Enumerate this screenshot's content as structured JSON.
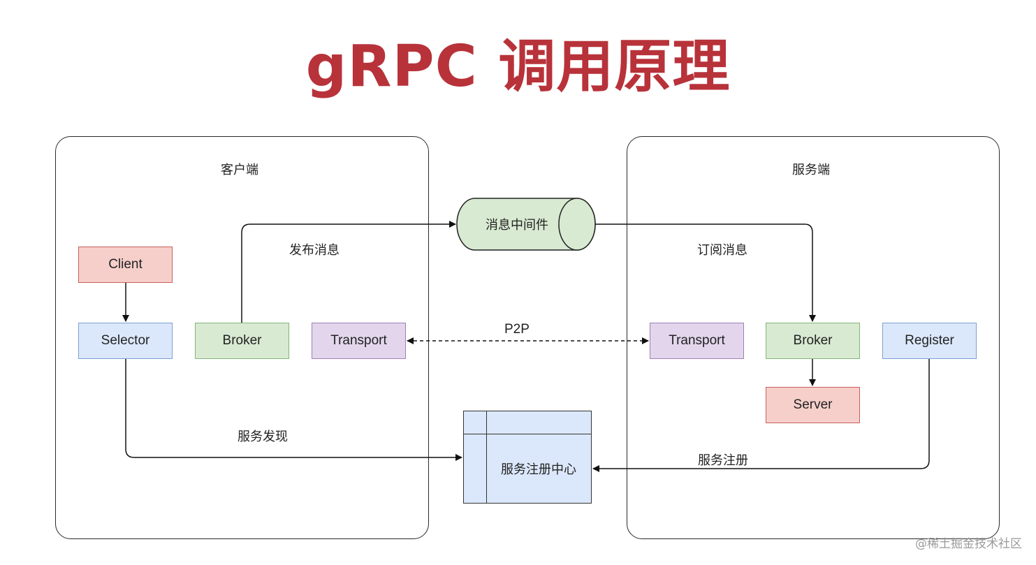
{
  "title": "gRPC 调用原理",
  "client": {
    "panel_label": "客户端",
    "client_label": "Client",
    "selector_label": "Selector",
    "broker_label": "Broker",
    "transport_label": "Transport"
  },
  "server": {
    "panel_label": "服务端",
    "transport_label": "Transport",
    "broker_label": "Broker",
    "register_label": "Register",
    "server_label": "Server"
  },
  "middleware_label": "消息中间件",
  "registry_label": "服务注册中心",
  "edges": {
    "publish": "发布消息",
    "subscribe": "订阅消息",
    "p2p": "P2P",
    "discovery": "服务发现",
    "registration": "服务注册"
  },
  "colors": {
    "title": "#b8323a",
    "red_fill": "#f6cfcb",
    "blue_fill": "#dbe8fb",
    "green_fill": "#d8ead2",
    "purple_fill": "#e3d6ec"
  },
  "watermark": "@稀土掘金技术社区"
}
